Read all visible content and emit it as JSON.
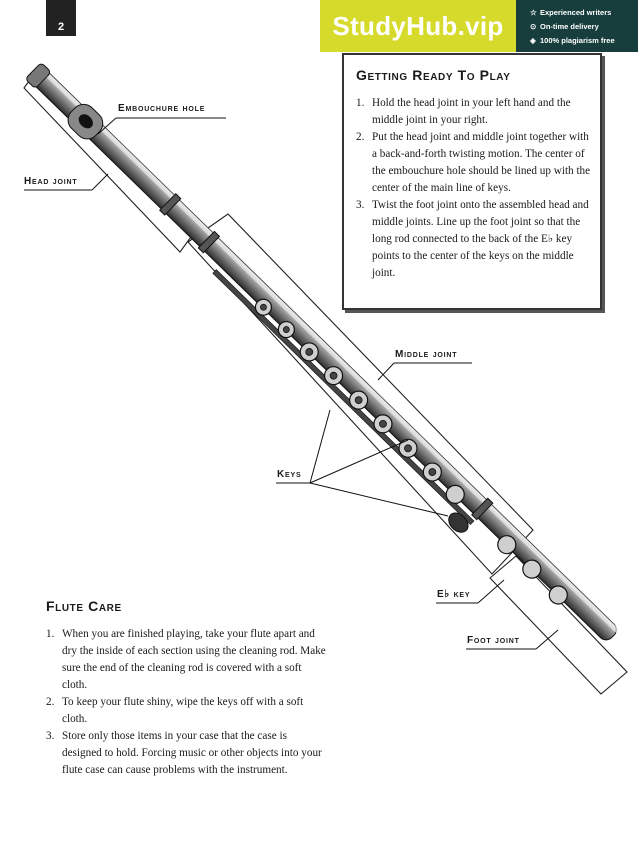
{
  "page_number": "2",
  "banner": {
    "brand": "StudyHub.vip",
    "perks": [
      {
        "icon": "star-icon",
        "glyph": "☆",
        "text": "Experienced writers"
      },
      {
        "icon": "clock-icon",
        "glyph": "⊙",
        "text": "On-time delivery"
      },
      {
        "icon": "shield-icon",
        "glyph": "◈",
        "text": "100% plagiarism free"
      }
    ]
  },
  "labels": {
    "embouchure_hole": "Embouchure hole",
    "head_joint": "Head joint",
    "middle_joint": "Middle joint",
    "keys": "Keys",
    "eb_key": "E♭ key",
    "foot_joint": "Foot joint"
  },
  "getting_ready": {
    "title": "Getting Ready To Play",
    "steps": [
      {
        "num": "1.",
        "text": "Hold the head joint in your left hand and the middle joint in your right."
      },
      {
        "num": "2.",
        "text": "Put the head joint and middle joint together with a back-and-forth twisting motion. The center of the embouchure hole should be lined up with the center of the main line of keys."
      },
      {
        "num": "3.",
        "text": "Twist the foot joint onto the assembled head and middle joints. Line up the foot joint so that the long rod connected to the back of the E♭ key points to the center of the keys on the middle joint."
      }
    ]
  },
  "flute_care": {
    "title": "Flute Care",
    "steps": [
      {
        "num": "1.",
        "text": "When you are finished playing, take your flute apart and dry the inside of each section using the cleaning rod. Make sure the end of the cleaning rod is covered with a soft cloth."
      },
      {
        "num": "2.",
        "text": "To keep your flute shiny, wipe the keys off with a soft cloth."
      },
      {
        "num": "3.",
        "text": "Store only those items in your case that the case is designed to hold. Forcing music or other objects into your flute case can cause problems with the instrument."
      }
    ]
  }
}
